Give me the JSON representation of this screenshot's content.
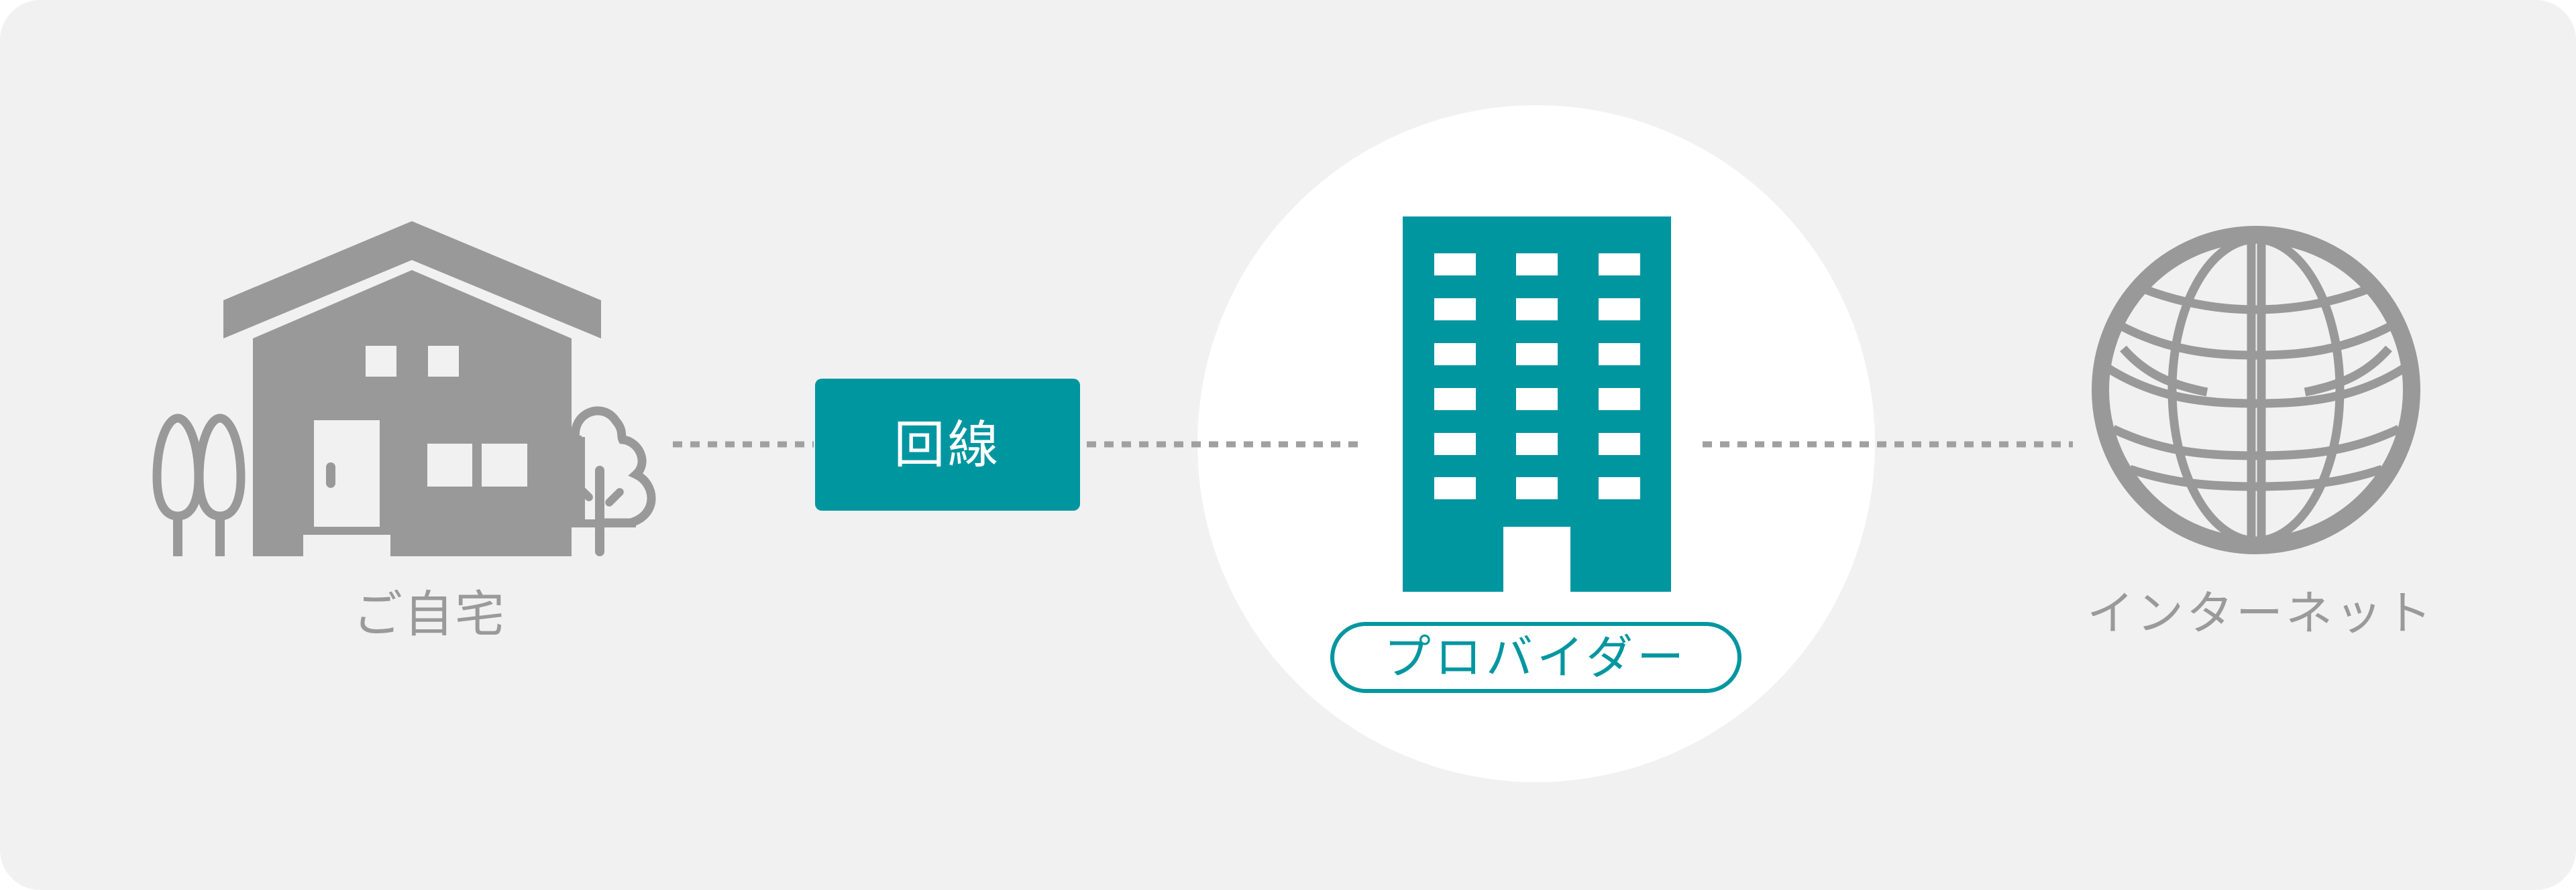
{
  "nodes": {
    "home": {
      "label": "ご自宅"
    },
    "line": {
      "label": "回線"
    },
    "provider": {
      "label": "プロバイダー"
    },
    "internet": {
      "label": "インターネット"
    }
  },
  "colors": {
    "background": "#f1f1f1",
    "accent": "#0096a0",
    "icon_gray": "#999999",
    "connector": "#a0a0a0",
    "highlight_circle": "#ffffff"
  },
  "icons": {
    "home": "house-with-trees-icon",
    "provider": "office-building-icon",
    "internet": "globe-icon"
  }
}
